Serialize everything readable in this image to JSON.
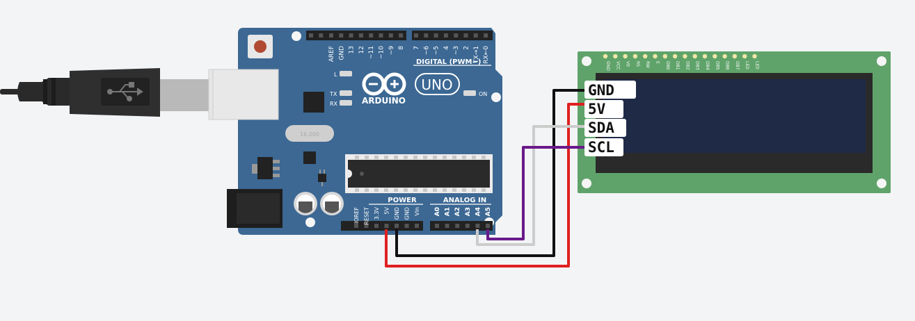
{
  "board": {
    "brand": "ARDUINO",
    "model": "UNO",
    "digital_header_label": "DIGITAL (PWM~)",
    "power_label": "POWER",
    "analog_label": "ANALOG IN",
    "on_led_label": "ON",
    "led_labels": [
      "L",
      "TX",
      "RX"
    ],
    "crystal_label": "16.000",
    "digital_pins": [
      "AREF",
      "GND",
      "13",
      "12",
      "~11",
      "~10",
      "~9",
      "8",
      "7",
      "~6",
      "~5",
      "4",
      "~3",
      "2",
      "TX→1",
      "RX←0"
    ],
    "power_pins": [
      "IOREF",
      "RESET",
      "3.3V",
      "5V",
      "GND",
      "GND",
      "Vin"
    ],
    "analog_pins": [
      "A0",
      "A1",
      "A2",
      "A3",
      "A4",
      "A5"
    ]
  },
  "lcd": {
    "pin_labels": [
      "GND",
      "VCC",
      "V0",
      "RS",
      "RW",
      "E",
      "DB0",
      "DB1",
      "DB2",
      "DB3",
      "DB4",
      "DB5",
      "DB6",
      "DB7",
      "LED",
      "LED"
    ]
  },
  "wire_labels": [
    "GND",
    "5V",
    "SDA",
    "SCL"
  ],
  "colors": {
    "board": "#3c6893",
    "lcd_pcb": "#5fa36a",
    "lcd_screen": "#1f2a47",
    "wire_gnd": "#111111",
    "wire_5v": "#e02020",
    "wire_sda": "#cccccc",
    "wire_scl": "#6a1a8a"
  },
  "icons": [
    "usb-cable-icon",
    "usb-symbol-icon",
    "arduino-infinity-logo-icon"
  ]
}
